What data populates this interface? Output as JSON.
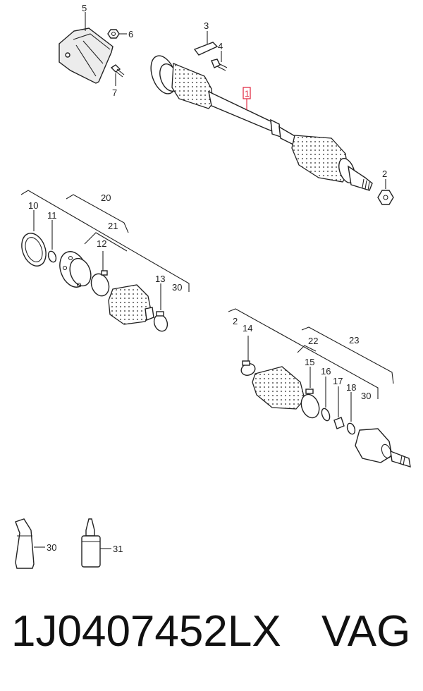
{
  "callouts": {
    "c1": "1",
    "c2a": "2",
    "c2b": "2",
    "c3": "3",
    "c4": "4",
    "c5": "5",
    "c6": "6",
    "c7": "7",
    "c10": "10",
    "c11": "11",
    "c12": "12",
    "c13": "13",
    "c14": "14",
    "c15": "15",
    "c16": "16",
    "c17": "17",
    "c18": "18",
    "c20": "20",
    "c21": "21",
    "c22": "22",
    "c23": "23",
    "c30a": "30",
    "c30b": "30",
    "c30c": "30",
    "c31": "31"
  },
  "highlight_color": "#e0203a",
  "footer": {
    "part_number": "1J0407452LX",
    "brand": "VAG"
  }
}
